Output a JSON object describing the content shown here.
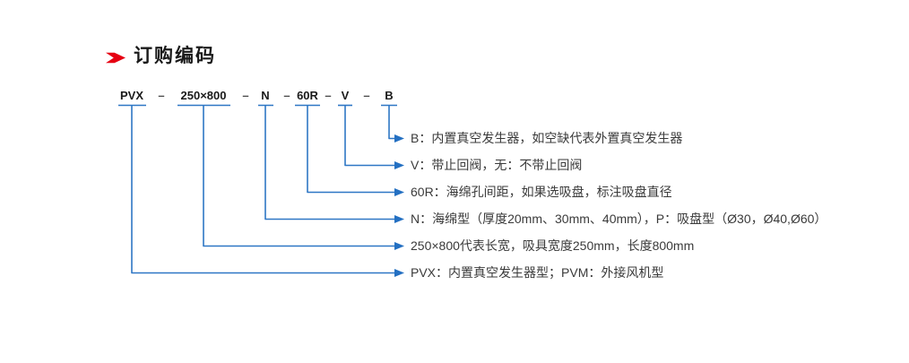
{
  "title": "订购编码",
  "code": {
    "separator": "–",
    "segments": [
      "PVX",
      "250×800",
      "N",
      "60R",
      "V",
      "B"
    ],
    "full_code": "PVX – 250×800 – N – 60R – V – B"
  },
  "descriptions": [
    {
      "code": "B",
      "text": "B：内置真空发生器，如空缺代表外置真空发生器"
    },
    {
      "code": "V",
      "text": "V：带止回阀，无：不带止回阀"
    },
    {
      "code": "60R",
      "text": "60R：海绵孔间距，如果选吸盘，标注吸盘直径"
    },
    {
      "code": "N",
      "text": "N：海绵型（厚度20mm、30mm、40mm），P：吸盘型（Ø30，Ø40,Ø60）"
    },
    {
      "code": "250×800",
      "text": "250×800代表长宽，吸具宽度250mm，长度800mm"
    },
    {
      "code": "PVX",
      "text": "PVX：内置真空发生器型；PVM：外接风机型"
    }
  ],
  "icons": {
    "title_marker": "red-ribbon-arrow-icon",
    "connector_arrow": "blue-arrowhead-icon"
  },
  "colors": {
    "accent_red": "#e60012",
    "line_blue": "#2e77c5",
    "arrow_blue": "#2470c2",
    "code_text": "#1a1a1a",
    "description_text": "#3a3a3a",
    "background": "#ffffff"
  }
}
